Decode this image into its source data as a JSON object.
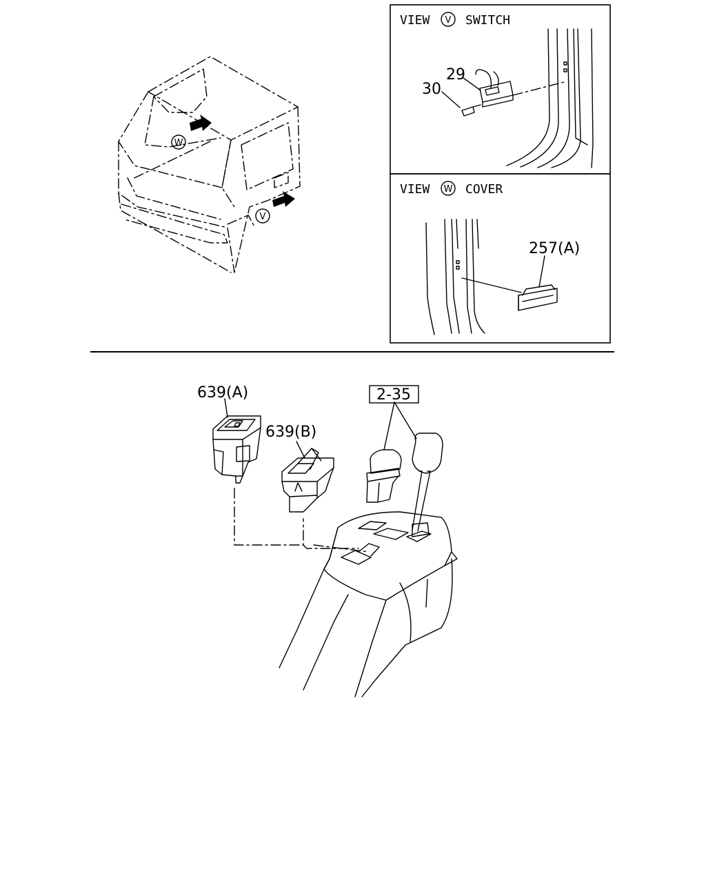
{
  "panels": {
    "view_v": {
      "prefix": "VIEW",
      "marker": "V",
      "suffix": "SWITCH"
    },
    "view_w": {
      "prefix": "VIEW",
      "marker": "W",
      "suffix": "COVER"
    }
  },
  "truck": {
    "marker_w": "W",
    "marker_v": "V"
  },
  "callouts": {
    "part_29": "29",
    "part_30": "30",
    "part_257a": "257(A)",
    "part_639a": "639(A)",
    "part_639b": "639(B)",
    "ref_2_35": "2-35"
  }
}
